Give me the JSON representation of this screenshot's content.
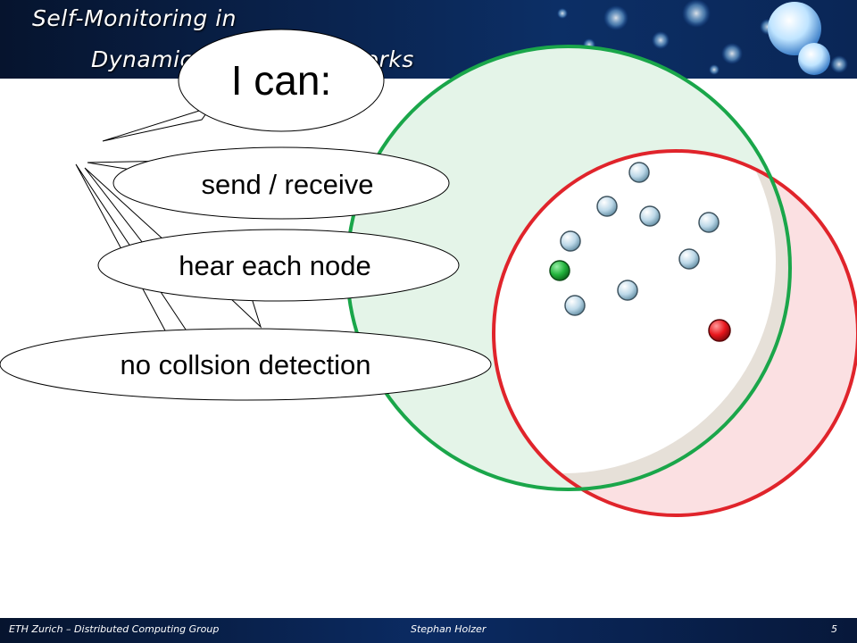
{
  "header": {
    "title_line_1": "Self-Monitoring in",
    "title_line_2": "Dynamic Wireless Networks"
  },
  "callouts": {
    "main": "I can:",
    "items": [
      "send / receive",
      "hear each node",
      "no collsion detection"
    ]
  },
  "diagram": {
    "colors": {
      "green_range": "#1aa64a",
      "red_range": "#e0242b",
      "regular_node": "#bcd8e8",
      "green_node": "#22b33c",
      "red_node": "#e8161c"
    }
  },
  "footer": {
    "left": "ETH Zurich – Distributed Computing Group",
    "center": "Stephan Holzer",
    "page": "5"
  }
}
